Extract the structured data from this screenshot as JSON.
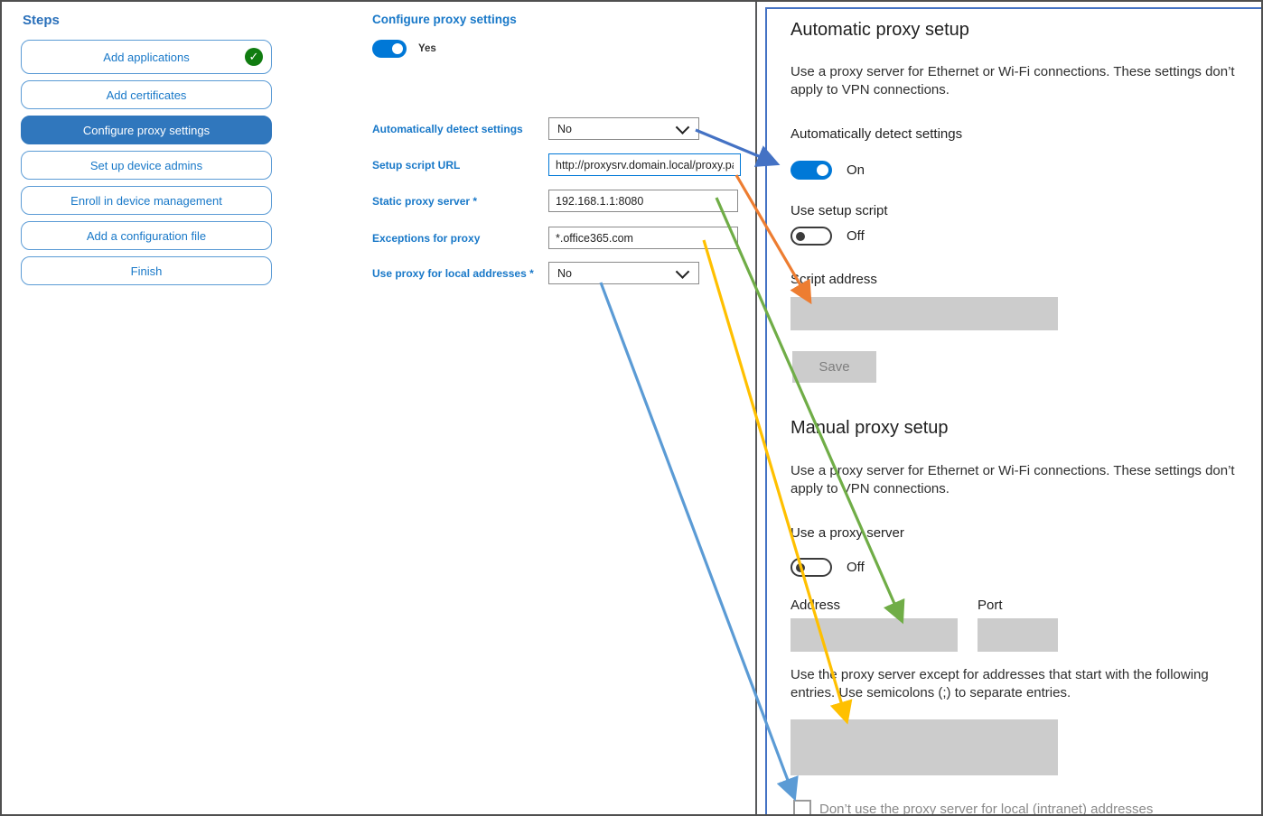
{
  "sidebar": {
    "title": "Steps",
    "items": [
      {
        "label": "Add applications",
        "completed": true,
        "selected": false
      },
      {
        "label": "Add certificates",
        "completed": false,
        "selected": false
      },
      {
        "label": "Configure proxy settings",
        "completed": false,
        "selected": true
      },
      {
        "label": "Set up device admins",
        "completed": false,
        "selected": false
      },
      {
        "label": "Enroll in device management",
        "completed": false,
        "selected": false
      },
      {
        "label": "Add a configuration file",
        "completed": false,
        "selected": false
      },
      {
        "label": "Finish",
        "completed": false,
        "selected": false
      }
    ]
  },
  "form": {
    "title": "Configure proxy settings",
    "enabled_toggle_label": "Yes",
    "fields": [
      {
        "label": "Automatically detect settings",
        "type": "select",
        "value": "No"
      },
      {
        "label": "Setup script URL",
        "type": "text",
        "value": "http://proxysrv.domain.local/proxy.pa",
        "focused": true
      },
      {
        "label": "Static proxy server *",
        "type": "text",
        "value": "192.168.1.1:8080"
      },
      {
        "label": "Exceptions for proxy",
        "type": "text",
        "value": "*.office365.com"
      },
      {
        "label": "Use proxy for local addresses *",
        "type": "select",
        "value": "No"
      }
    ]
  },
  "settings": {
    "automatic": {
      "title": "Automatic proxy setup",
      "description": "Use a proxy server for Ethernet or Wi-Fi connections. These settings don’t apply to VPN connections.",
      "detect_label": "Automatically detect settings",
      "detect_state": "On",
      "script_toggle_label": "Use setup script",
      "script_toggle_state": "Off",
      "script_address_label": "Script address",
      "save_label": "Save"
    },
    "manual": {
      "title": "Manual proxy setup",
      "description": "Use a proxy server for Ethernet or Wi-Fi connections. These settings don’t apply to VPN connections.",
      "proxy_toggle_label": "Use a proxy server",
      "proxy_toggle_state": "Off",
      "address_label": "Address",
      "port_label": "Port",
      "exceptions_description": "Use the proxy server except for addresses that start with the following entries. Use semicolons (;) to separate entries.",
      "local_checkbox_label": "Don’t use the proxy server for local (intranet) addresses"
    }
  },
  "icons": {
    "check": "✓"
  },
  "colors": {
    "accent": "#0078D7",
    "sidebar_selected": "#3077BD",
    "check_green": "#107C10",
    "panel_border": "#4472C4",
    "divider": "#58595b",
    "disabled_fill": "#cccccc"
  },
  "arrows": [
    {
      "name": "detect-settings-arrow",
      "color": "#4472C4"
    },
    {
      "name": "setup-script-arrow",
      "color": "#ED7D31"
    },
    {
      "name": "static-proxy-arrow",
      "color": "#70AD47"
    },
    {
      "name": "exceptions-arrow",
      "color": "#FFC000"
    },
    {
      "name": "local-addresses-arrow",
      "color": "#5B9BD5"
    }
  ]
}
